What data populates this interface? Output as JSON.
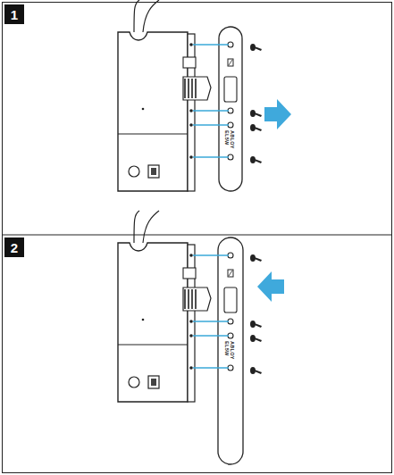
{
  "diagram": {
    "nodes": [
      {
        "text": [
          "1"
        ]
      },
      {
        "text": [
          "2"
        ]
      }
    ],
    "labels": [
      "ABLOY",
      "EL5W",
      "ABLOY",
      "EL5W"
    ]
  }
}
